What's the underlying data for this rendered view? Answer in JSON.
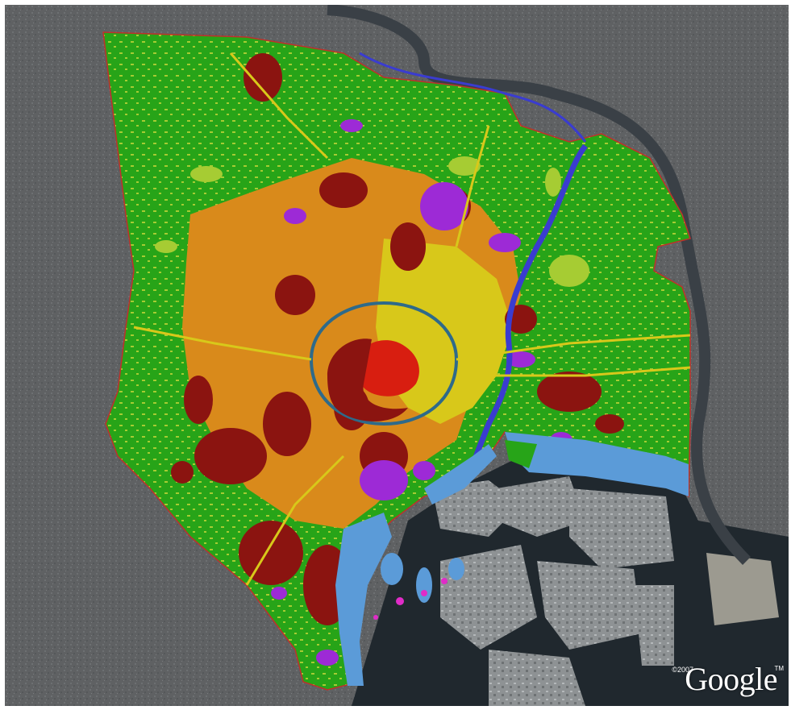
{
  "map": {
    "attribution": {
      "copyright": "©2007",
      "brand": "Google",
      "trademark": "TM"
    },
    "colors": {
      "land_background": "#5f6163",
      "water": "#20282e",
      "green_zone": "#27a418",
      "light_green_zone": "#a6cc33",
      "dark_red_zone": "#8b1410",
      "orange_zone": "#d98a1b",
      "yellow_zone": "#d8c81a",
      "purple_zone": "#9d2ad6",
      "red_zone": "#d81e10",
      "blue_zone": "#5b9bd8",
      "river": "#3a3cd0",
      "boundary": "#c0302a"
    },
    "legend": []
  }
}
